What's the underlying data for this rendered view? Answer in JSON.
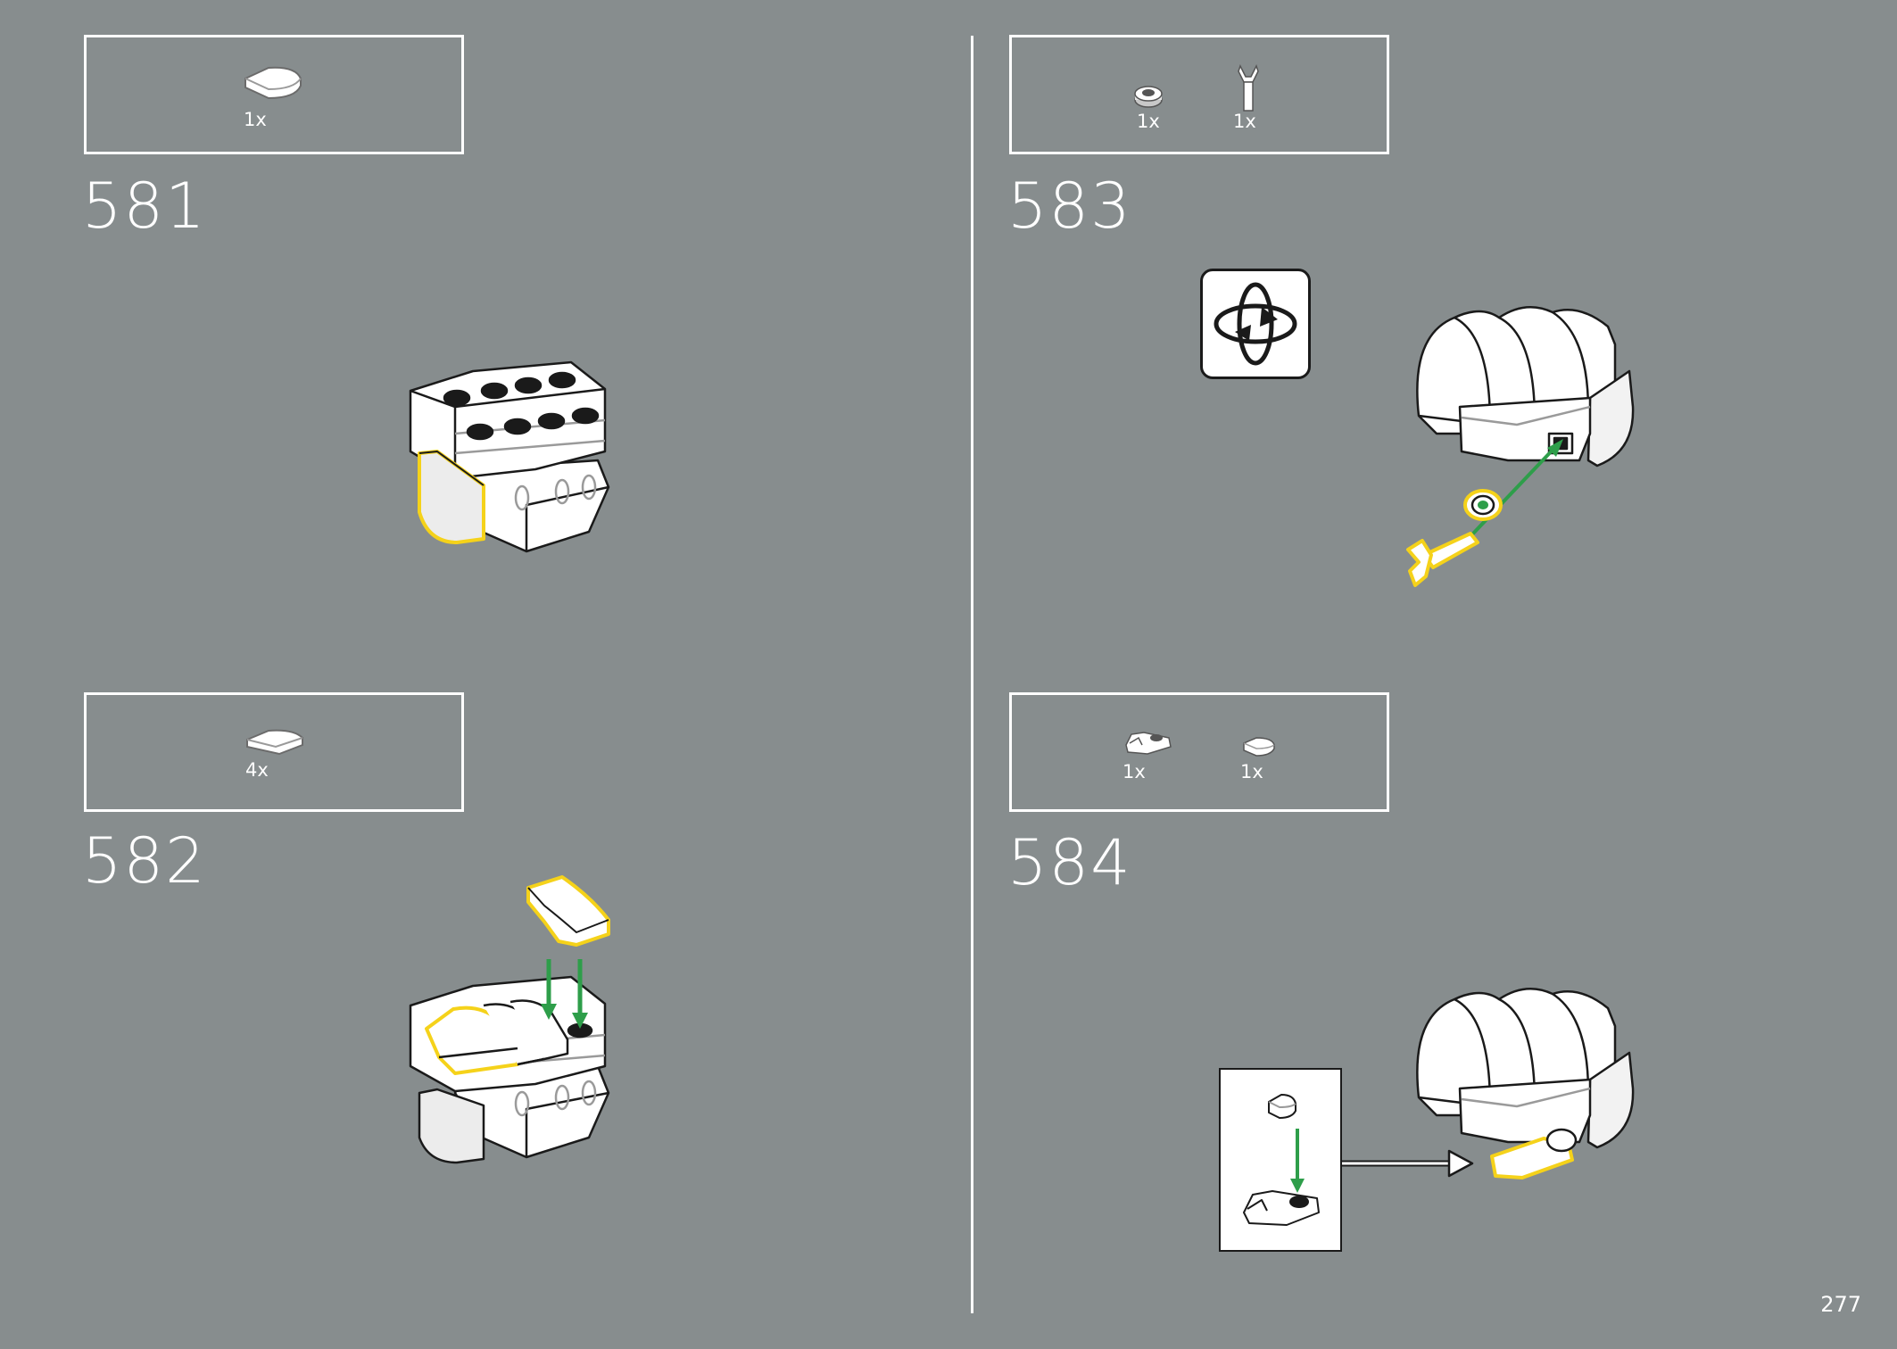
{
  "page": {
    "number": "277"
  },
  "steps": [
    {
      "number": "581",
      "parts": [
        {
          "name": "tile-round-half",
          "qty": "1x"
        }
      ]
    },
    {
      "number": "582",
      "parts": [
        {
          "name": "slope-curved",
          "qty": "4x"
        }
      ]
    },
    {
      "number": "583",
      "parts": [
        {
          "name": "round-plate-hollow",
          "qty": "1x"
        },
        {
          "name": "bar-with-clip",
          "qty": "1x"
        }
      ]
    },
    {
      "number": "584",
      "parts": [
        {
          "name": "plate-with-clip",
          "qty": "1x"
        },
        {
          "name": "tile-round-half",
          "qty": "1x"
        }
      ]
    }
  ],
  "icons": {
    "rotate": "rotate-model-icon"
  },
  "colors": {
    "background": "#878d8e",
    "highlight": "#f5d21a",
    "arrow": "#2e9e4a",
    "brick": "#ffffff",
    "outline": "#1a1a1a"
  }
}
